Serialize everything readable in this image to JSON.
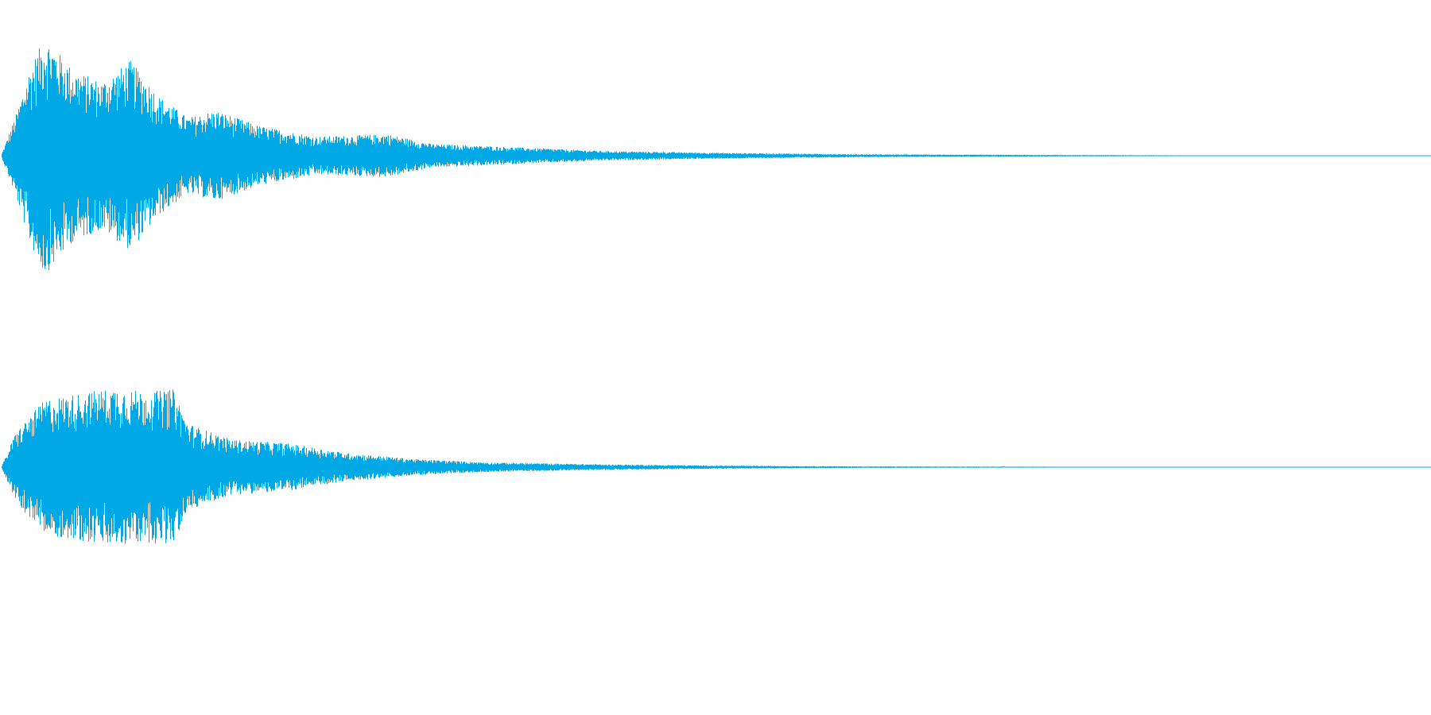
{
  "chart_data": {
    "type": "area",
    "title": "",
    "xlabel": "",
    "ylabel": "",
    "grid": false,
    "legend": "none",
    "color": "#00a9e6",
    "series": [
      {
        "channel": "upper",
        "envelope": [
          {
            "t": 0.0,
            "peak": 0.02
          },
          {
            "t": 0.01,
            "peak": 0.35
          },
          {
            "t": 0.02,
            "peak": 0.75
          },
          {
            "t": 0.03,
            "peak": 1.0
          },
          {
            "t": 0.05,
            "peak": 0.72
          },
          {
            "t": 0.07,
            "peak": 0.62
          },
          {
            "t": 0.09,
            "peak": 0.8
          },
          {
            "t": 0.11,
            "peak": 0.5
          },
          {
            "t": 0.13,
            "peak": 0.32
          },
          {
            "t": 0.15,
            "peak": 0.38
          },
          {
            "t": 0.18,
            "peak": 0.25
          },
          {
            "t": 0.22,
            "peak": 0.16
          },
          {
            "t": 0.27,
            "peak": 0.18
          },
          {
            "t": 0.3,
            "peak": 0.1
          },
          {
            "t": 0.36,
            "peak": 0.07
          },
          {
            "t": 0.42,
            "peak": 0.04
          },
          {
            "t": 0.5,
            "peak": 0.025
          },
          {
            "t": 0.6,
            "peak": 0.012
          },
          {
            "t": 0.75,
            "peak": 0.006
          },
          {
            "t": 0.85,
            "peak": 0.003
          },
          {
            "t": 1.0,
            "peak": 0.0
          }
        ]
      },
      {
        "channel": "lower",
        "envelope": [
          {
            "t": 0.0,
            "peak": 0.02
          },
          {
            "t": 0.01,
            "peak": 0.45
          },
          {
            "t": 0.03,
            "peak": 0.85
          },
          {
            "t": 0.06,
            "peak": 0.95
          },
          {
            "t": 0.08,
            "peak": 1.0
          },
          {
            "t": 0.1,
            "peak": 0.95
          },
          {
            "t": 0.12,
            "peak": 0.98
          },
          {
            "t": 0.13,
            "peak": 0.55
          },
          {
            "t": 0.16,
            "peak": 0.35
          },
          {
            "t": 0.2,
            "peak": 0.3
          },
          {
            "t": 0.24,
            "peak": 0.18
          },
          {
            "t": 0.29,
            "peak": 0.1
          },
          {
            "t": 0.34,
            "peak": 0.06
          },
          {
            "t": 0.42,
            "peak": 0.035
          },
          {
            "t": 0.5,
            "peak": 0.02
          },
          {
            "t": 0.6,
            "peak": 0.01
          },
          {
            "t": 0.75,
            "peak": 0.005
          },
          {
            "t": 1.0,
            "peak": 0.0
          }
        ]
      }
    ]
  }
}
